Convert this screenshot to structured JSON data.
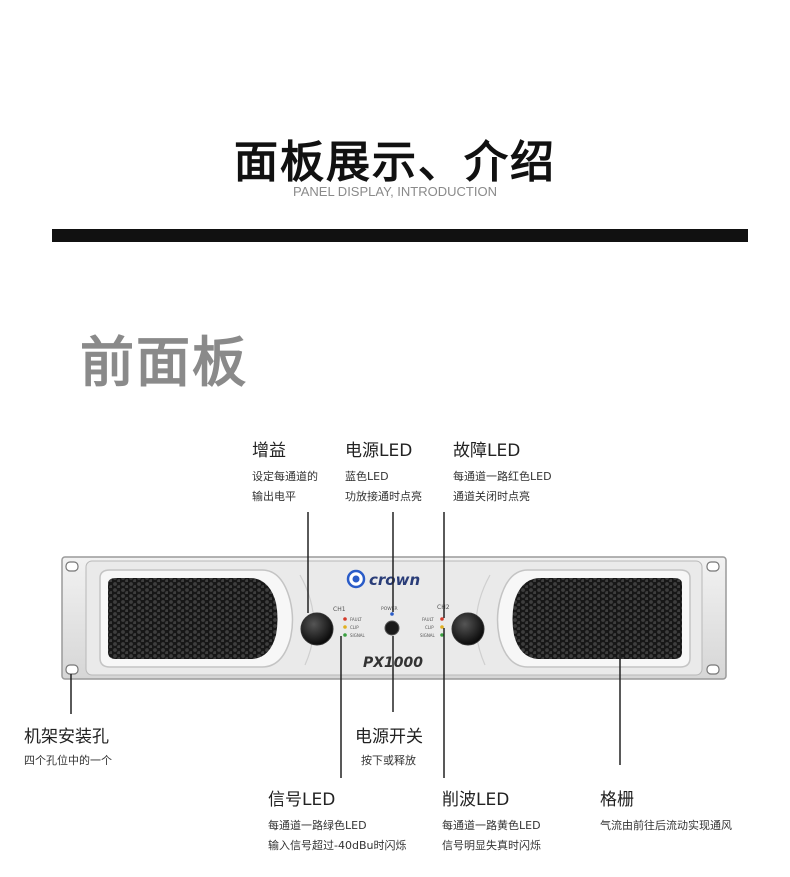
{
  "header": {
    "title": "面板展示、介绍",
    "subtitle": "PANEL DISPLAY, INTRODUCTION"
  },
  "section": {
    "title": "前面板"
  },
  "device": {
    "brand": "crown",
    "model": "PX1000",
    "ch1": "CH1",
    "ch2": "CH2",
    "power_label": "POWER",
    "leds": [
      "FAULT",
      "CLIP",
      "SIGNAL"
    ]
  },
  "callouts": {
    "gain": {
      "title": "增益",
      "desc": [
        "设定每通道的",
        "输出电平"
      ]
    },
    "power_led": {
      "title": "电源LED",
      "desc": [
        "蓝色LED",
        "功放接通时点亮"
      ]
    },
    "fault_led": {
      "title": "故障LED",
      "desc": [
        "每通道一路红色LED",
        "通道关闭时点亮"
      ]
    },
    "rack_hole": {
      "title": "机架安装孔",
      "desc": [
        "四个孔位中的一个"
      ]
    },
    "power_switch": {
      "title": "电源开关",
      "desc": [
        "按下或释放"
      ]
    },
    "signal_led": {
      "title": "信号LED",
      "desc": [
        "每通道一路绿色LED",
        "输入信号超过-40dBu时闪烁"
      ]
    },
    "clip_led": {
      "title": "削波LED",
      "desc": [
        "每通道一路黄色LED",
        "信号明显失真时闪烁"
      ]
    },
    "grille": {
      "title": "格栅",
      "desc": [
        "气流由前往后流动实现通风"
      ]
    }
  },
  "colors": {
    "panel": "#e6e6e6",
    "grille": "#1a1a1a",
    "fault": "#d43a2a",
    "clip": "#e0b020",
    "signal": "#3aa040",
    "power": "#2a5cc8"
  }
}
